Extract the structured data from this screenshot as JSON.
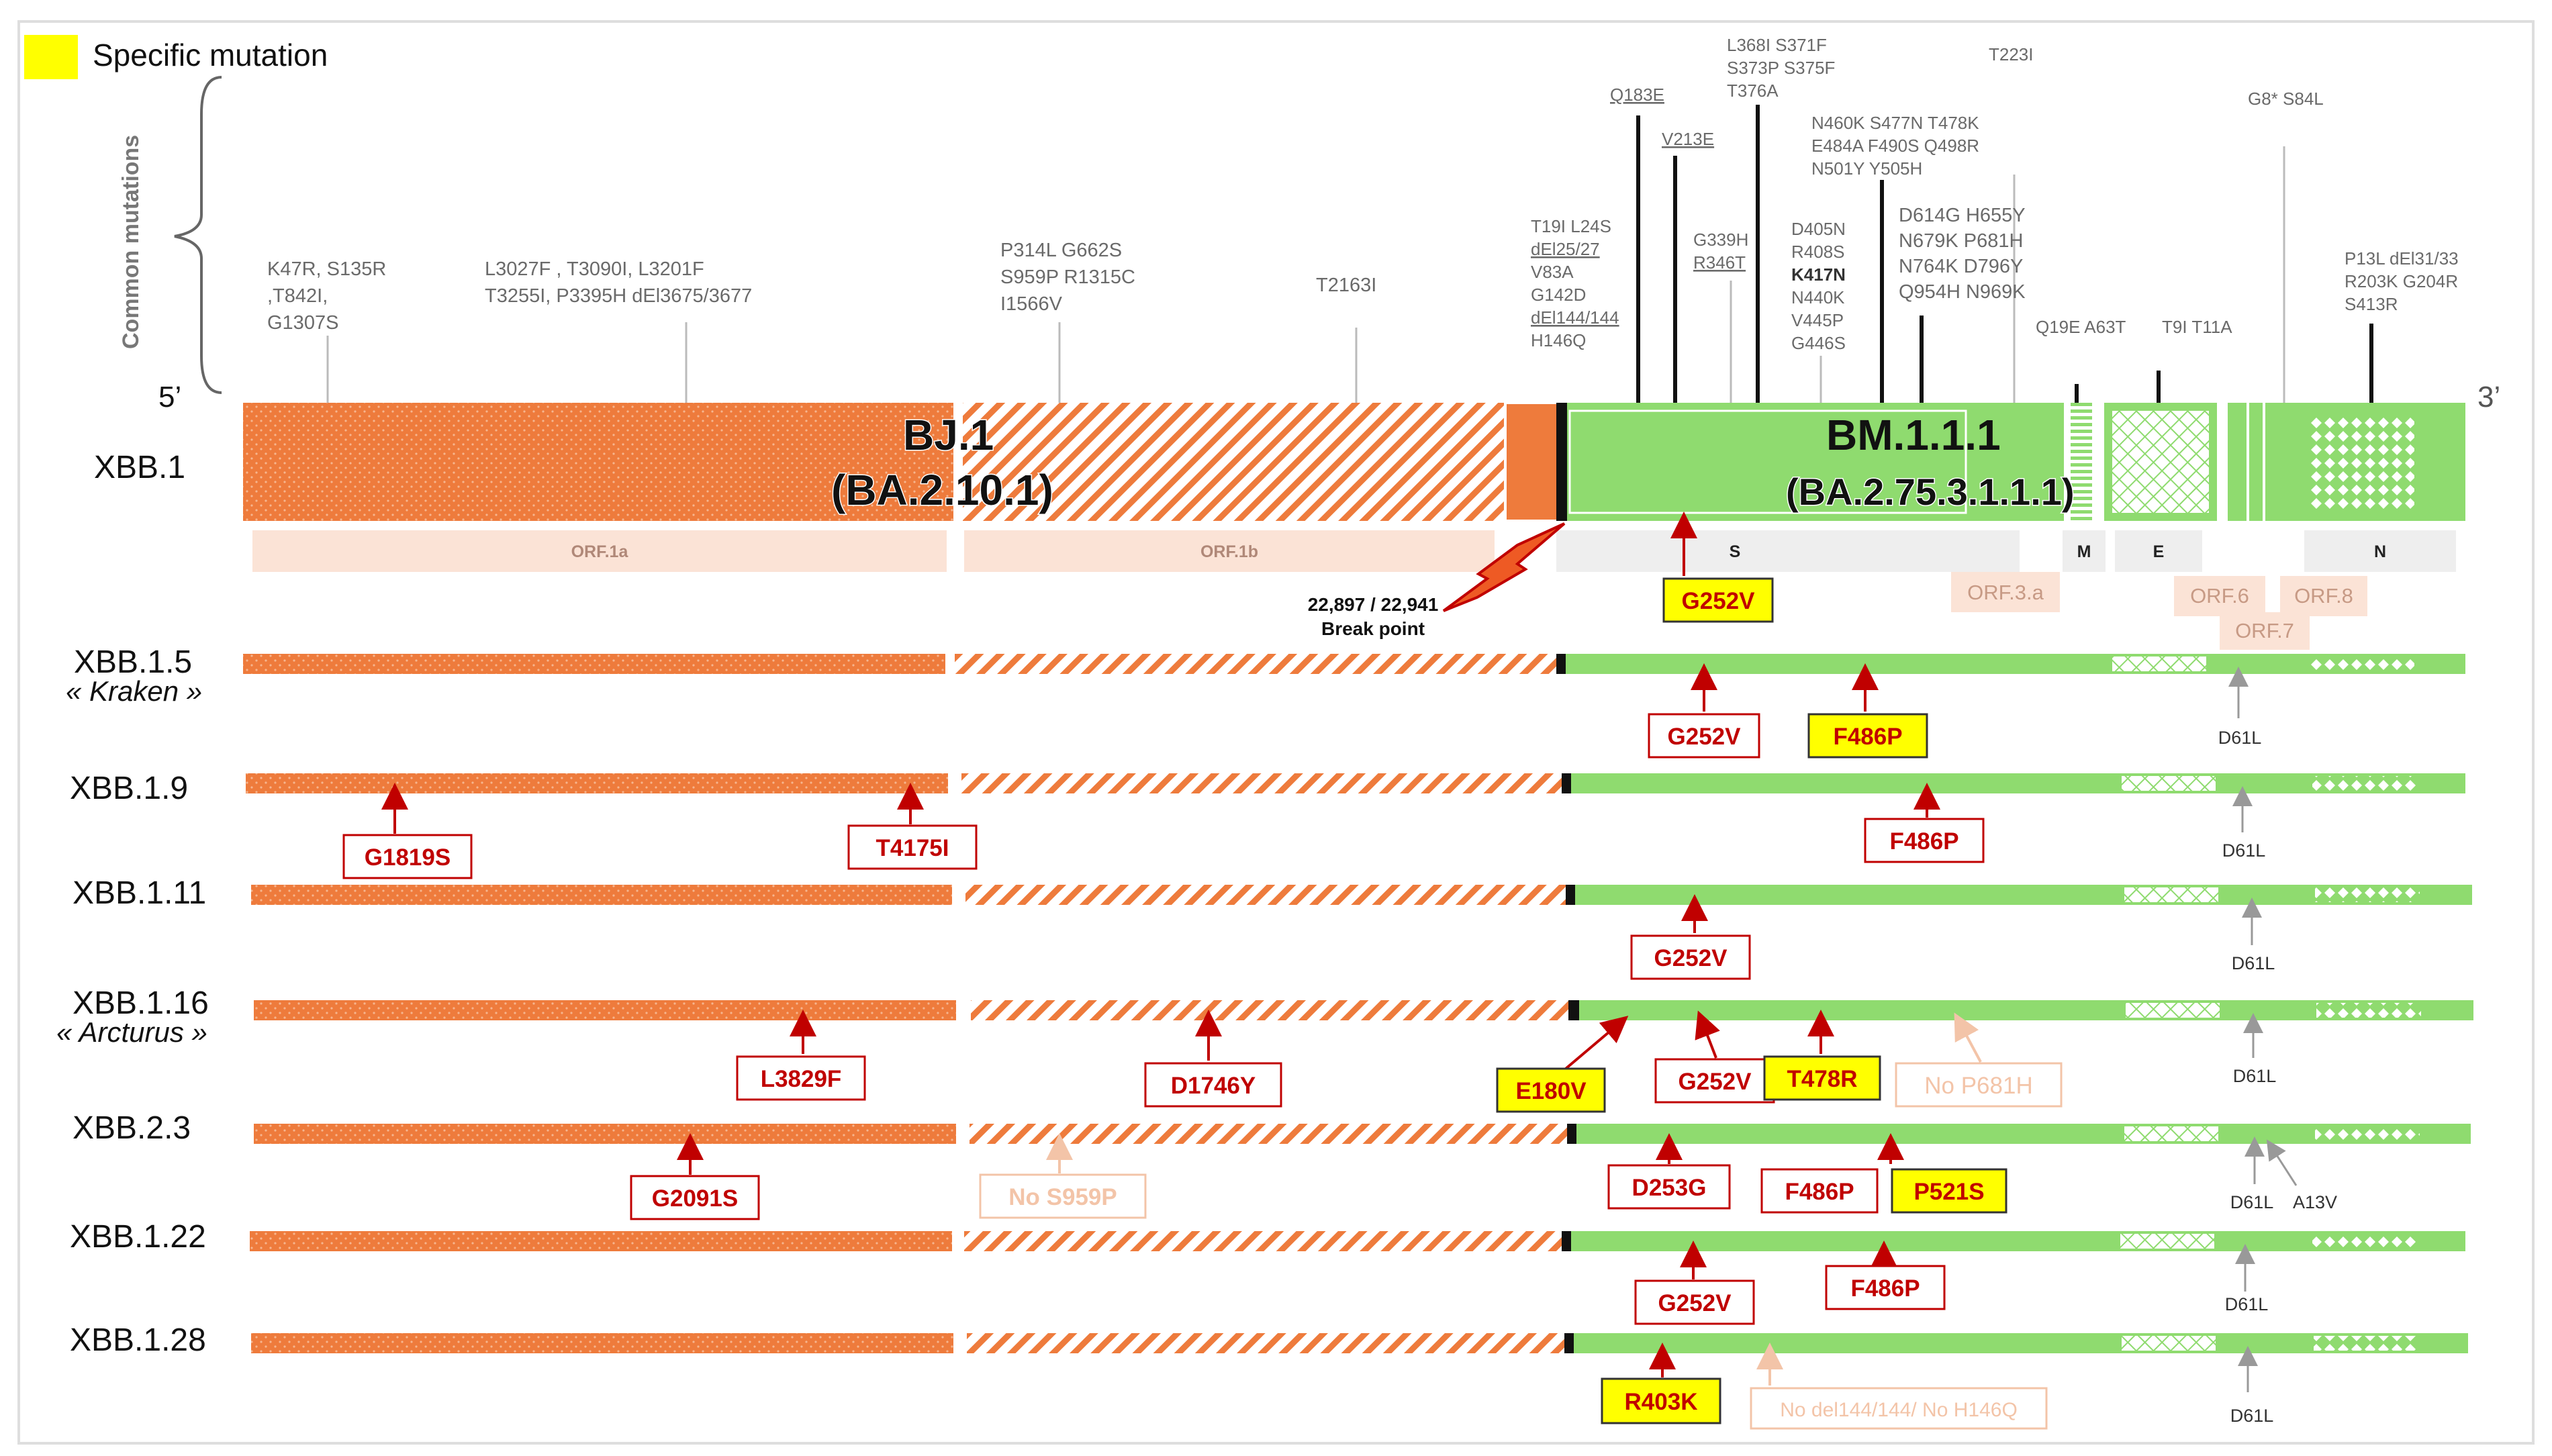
{
  "legend": {
    "label": "Specific mutation",
    "swatch_color": "#ffff00"
  },
  "axis": {
    "label": "Common mutations",
    "five_prime": "5’",
    "three_prime": "3’"
  },
  "colors": {
    "orange": "#ee7b3c",
    "light_orange": "#f4a67a",
    "green": "#8fdb6f",
    "light_green": "#c7eeb4",
    "red": "#c00000",
    "faded": "#f3c4a8",
    "yellow": "#ffff00"
  },
  "genome": {
    "label": "XBB.1",
    "parent_left": {
      "name": "BJ.1",
      "lineage": "(BA.2.10.1)"
    },
    "parent_right": {
      "name": "BM.1.1.1",
      "lineage": "(BA.2.75.3.1.1.1)"
    },
    "breakpoint": {
      "position": "22,897 / 22,941",
      "label": "Break point"
    },
    "genes": [
      "ORF.1a",
      "ORF.1b",
      "S",
      "ORF.3.a",
      "M",
      "E",
      "ORF.6",
      "ORF.7",
      "ORF.8",
      "N"
    ],
    "spike_mutation": "G252V"
  },
  "common_mutations": [
    {
      "lines": [
        "K47R, S135R",
        ",T842I,",
        "G1307S"
      ]
    },
    {
      "lines": [
        "L3027F , T3090I, L3201F",
        "T3255I, P3395H dEl3675/3677"
      ]
    },
    {
      "lines": [
        "P314L G662S",
        "S959P R1315C",
        "I1566V"
      ]
    },
    {
      "lines": [
        "T2163I"
      ]
    },
    {
      "lines": [
        "T19I L24S",
        "dEl25/27",
        "V83A",
        "G142D",
        "dEl144/144",
        "H146Q"
      ]
    },
    {
      "lines": [
        "Q183E"
      ]
    },
    {
      "lines": [
        "V213E"
      ]
    },
    {
      "lines": [
        "G339H",
        "R346T"
      ]
    },
    {
      "lines": [
        "L368I S371F",
        "S373P S375F",
        "T376A"
      ]
    },
    {
      "lines": [
        "D405N",
        "R408S",
        "K417N",
        "N440K",
        "V445P",
        "G446S"
      ]
    },
    {
      "lines": [
        "N460K S477N T478K",
        "E484A  F490S Q498R",
        "N501Y Y505H"
      ]
    },
    {
      "lines": [
        "D614G H655Y",
        "N679K P681H",
        "N764K D796Y",
        "Q954H N969K"
      ]
    },
    {
      "lines": [
        "T223I"
      ]
    },
    {
      "lines": [
        "Q19E A63T"
      ]
    },
    {
      "lines": [
        "T9I T11A"
      ]
    },
    {
      "lines": [
        "G8* S84L"
      ]
    },
    {
      "lines": [
        "P13L dEl31/33",
        "R203K G204R",
        "S413R"
      ]
    }
  ],
  "variants": [
    {
      "name": "XBB.1.5",
      "nickname": "« Kraken »",
      "mutations": [
        "G252V",
        "F486P"
      ],
      "orf7_mutations": [
        "D61L"
      ]
    },
    {
      "name": "XBB.1.9",
      "nickname": "",
      "mutations": [
        "G1819S",
        "T4175I",
        "F486P"
      ],
      "orf7_mutations": [
        "D61L"
      ]
    },
    {
      "name": "XBB.1.11",
      "nickname": "",
      "mutations": [
        "G252V"
      ],
      "orf7_mutations": [
        "D61L"
      ]
    },
    {
      "name": "XBB.1.16",
      "nickname": "« Arcturus »",
      "mutations": [
        "L3829F",
        "D1746Y",
        "E180V",
        "G252V",
        "T478R",
        "No P681H"
      ],
      "orf7_mutations": [
        "D61L"
      ]
    },
    {
      "name": "XBB.2.3",
      "nickname": "",
      "mutations": [
        "G2091S",
        "No S959P",
        "D253G",
        "F486P",
        "P521S"
      ],
      "orf7_mutations": [
        "D61L",
        "A13V"
      ]
    },
    {
      "name": "XBB.1.22",
      "nickname": "",
      "mutations": [
        "G252V",
        "F486P"
      ],
      "orf7_mutations": [
        "D61L"
      ]
    },
    {
      "name": "XBB.1.28",
      "nickname": "",
      "mutations": [
        "R403K",
        "No del144/144/ No H146Q"
      ],
      "orf7_mutations": [
        "D61L"
      ]
    }
  ]
}
